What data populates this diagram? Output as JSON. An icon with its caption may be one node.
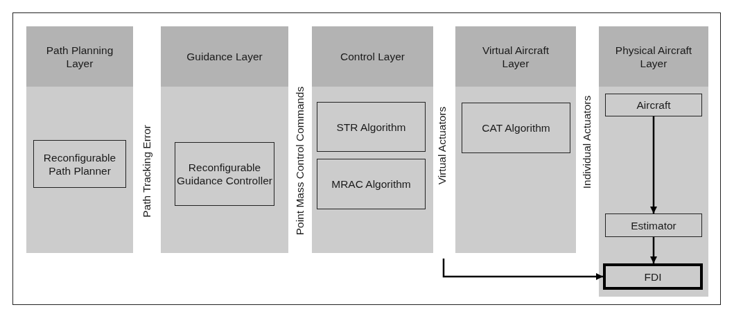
{
  "diagram": {
    "nodes": [
      {
        "text": [
          "Path Planning Layer"
        ]
      },
      {
        "text": [
          "Reconfigurable Path Planner"
        ],
        "in": 0
      },
      {
        "text": [
          "Guidance Layer"
        ]
      },
      {
        "text": [
          "Reconfigurable Guidance Controller"
        ],
        "in": 2
      },
      {
        "text": [
          "Control Layer"
        ]
      },
      {
        "text": [
          "STR Algorithm"
        ],
        "in": 4
      },
      {
        "text": [
          "MRAC Algorithm"
        ],
        "in": 4
      },
      {
        "text": [
          "Virtual Aircraft Layer"
        ]
      },
      {
        "text": [
          "CAT Algorithm"
        ],
        "in": 7
      },
      {
        "text": [
          "Physical Aircraft Layer"
        ]
      },
      {
        "text": [
          "Aircraft"
        ],
        "in": 9
      },
      {
        "text": [
          "Estimator"
        ],
        "in": 9
      },
      {
        "text": [
          "FDI"
        ],
        "in": 9
      }
    ],
    "edges": [
      {
        "from": 10,
        "to": 11,
        "arrow": "to"
      },
      {
        "from": 11,
        "to": 12,
        "arrow": "to"
      },
      {
        "from": null,
        "to": 12,
        "arrow": "to"
      }
    ],
    "labels": [
      "Path Tracking Error",
      "Point Mass Control Commands",
      "Virtual Actuators",
      "Individual Actuators"
    ]
  }
}
